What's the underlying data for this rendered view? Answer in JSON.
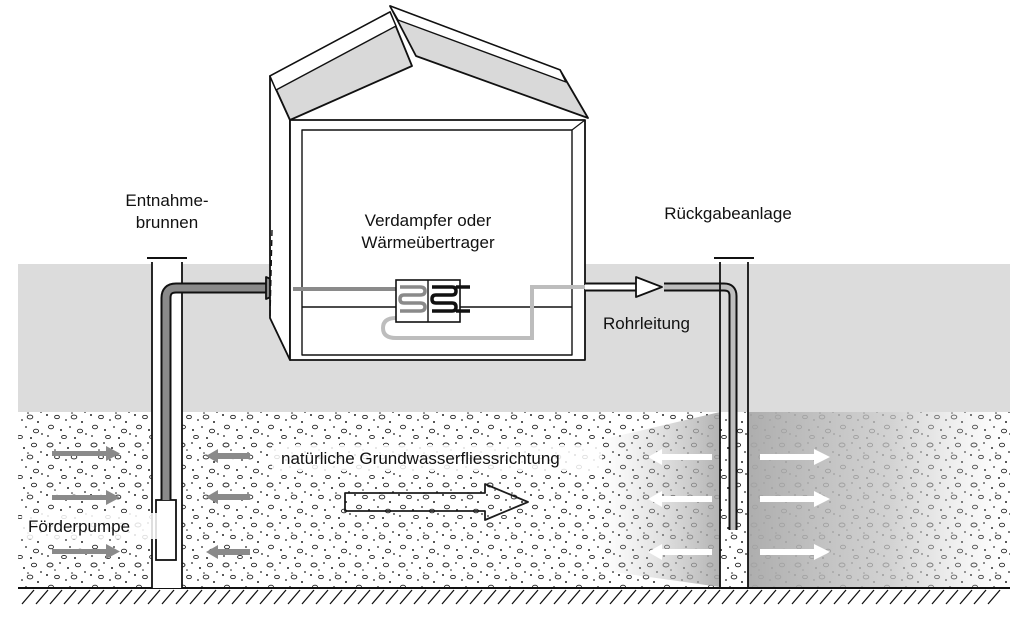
{
  "labels": {
    "entnahme_line1": "Entnahme-",
    "entnahme_line2": "brunnen",
    "verdampfer_line1": "Verdampfer oder",
    "verdampfer_line2": "Wärmeübertrager",
    "rueckgabe": "Rückgabeanlage",
    "rohrleitung": "Rohrleitung",
    "grundwasser": "natürliche Grundwasserfliessrichtung",
    "foerderpumpe": "Förderpumpe"
  },
  "colors": {
    "surface_band": "#dcdcdc",
    "supply_pipe": "#8a8a8a",
    "return_pipe": "#bdbdbd",
    "cooled_zone_dark": "#a9a9a9",
    "cooled_zone_light": "#d0d0d0",
    "outline": "#111111"
  }
}
